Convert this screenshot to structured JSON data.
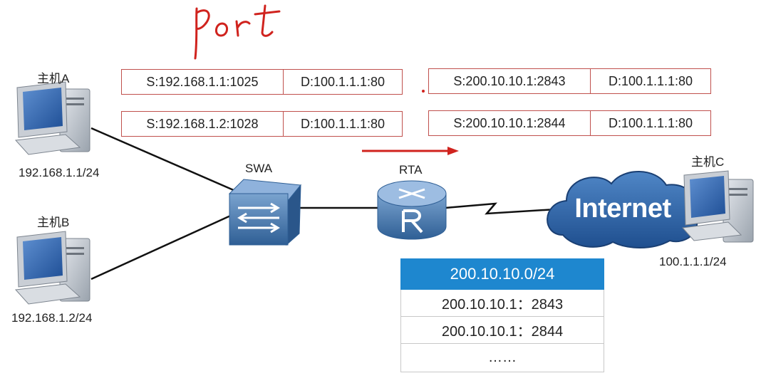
{
  "annotation": {
    "handwritten": "Port",
    "color": "#d0231e"
  },
  "hosts": {
    "a": {
      "name": "主机A",
      "ip": "192.168.1.1/24"
    },
    "b": {
      "name": "主机B",
      "ip": "192.168.1.2/24"
    },
    "c": {
      "name": "主机C",
      "ip": "100.1.1.1/24"
    }
  },
  "devices": {
    "switch": "SWA",
    "router": "RTA",
    "internet": "Internet"
  },
  "packets_inside": [
    {
      "src": "S:192.168.1.1:1025",
      "dst": "D:100.1.1.1:80"
    },
    {
      "src": "S:192.168.1.2:1028",
      "dst": "D:100.1.1.1:80"
    }
  ],
  "packets_outside": [
    {
      "src": "S:200.10.10.1:2843",
      "dst": "D:100.1.1.1:80"
    },
    {
      "src": "S:200.10.10.1:2844",
      "dst": "D:100.1.1.1:80"
    }
  ],
  "nat_table": {
    "header": "200.10.10.0/24",
    "rows": [
      "200.10.10.1：2843",
      "200.10.10.1：2844",
      "……"
    ]
  },
  "colors": {
    "packet_border": "#c0504d",
    "arrow": "#d0231e",
    "table_header": "#1e87cf",
    "device": "#2f5f95"
  }
}
